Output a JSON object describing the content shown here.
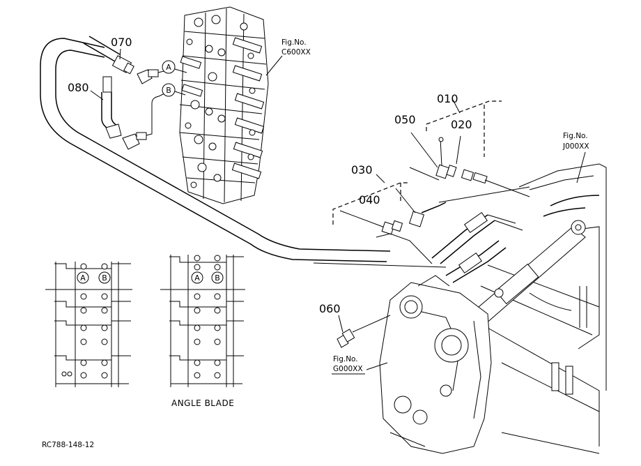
{
  "part_labels": {
    "p070": "070",
    "p080": "080",
    "p010": "010",
    "p050": "050",
    "p020": "020",
    "p030": "030",
    "p040": "040",
    "p060": "060"
  },
  "figure_refs": {
    "c600_line1": "Fig.No.",
    "c600_line2": "C600XX",
    "j000_line1": "Fig.No.",
    "j000_line2": "J000XX",
    "g000_line1": "Fig.No.",
    "g000_line2": "G000XX"
  },
  "port_markers": {
    "a": "A",
    "b": "B"
  },
  "inset_markers": {
    "left_a": "A",
    "left_b": "B",
    "right_a": "A",
    "right_b": "B"
  },
  "inset_caption": "ANGLE BLADE",
  "drawing_code": "RC788-148-12"
}
